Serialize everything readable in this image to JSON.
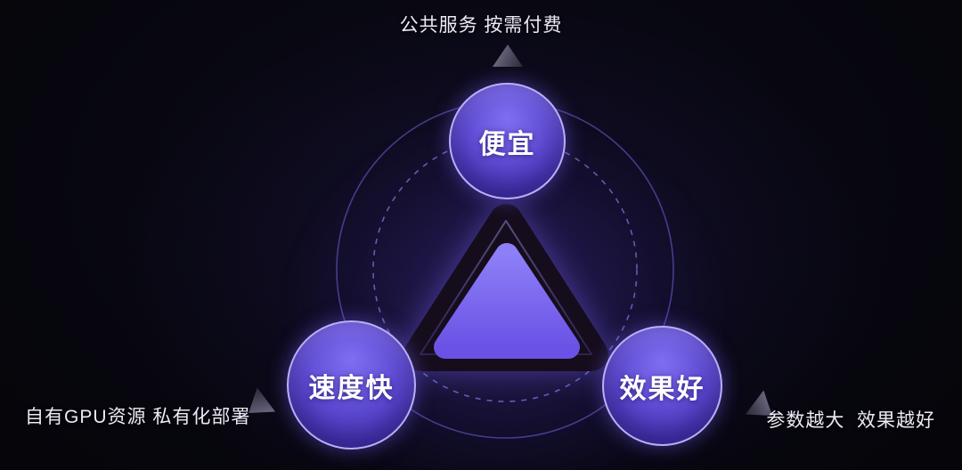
{
  "diagram": {
    "title_note": "公共服务 按需付费",
    "nodes": [
      {
        "id": "cheap",
        "label": "便宜",
        "annotation": "公共服务 按需付费",
        "annotation_position": "top"
      },
      {
        "id": "fast",
        "label": "速度快",
        "annotation": "自有GPU资源 私有化部署",
        "annotation_position": "bottom-left"
      },
      {
        "id": "effective",
        "label": "效果好",
        "annotation": "参数越大  效果越好",
        "annotation_position": "bottom-right"
      }
    ],
    "icons": [
      {
        "name": "arrow-up-icon",
        "points_to": "公共服务 按需付费"
      },
      {
        "name": "arrow-down-left-icon",
        "points_to": "自有GPU资源 私有化部署"
      },
      {
        "name": "arrow-down-right-icon",
        "points_to": "参数越大  效果越好"
      }
    ],
    "colors": {
      "background": "#05050a",
      "node_fill_light": "#7e6ef0",
      "node_fill_dark": "#4030ae",
      "node_border": "#b9aff8",
      "triangle_outer": "#14101f",
      "triangle_inner_top": "#8d7ff7",
      "triangle_inner_bottom": "#6a52e6",
      "ring_solid": "#7c6cf0",
      "ring_dashed": "#9186f2",
      "text": "#eceaf6"
    }
  }
}
